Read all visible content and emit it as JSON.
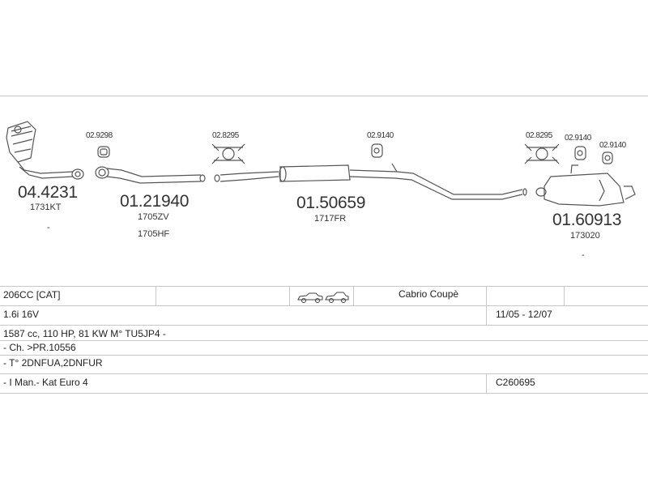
{
  "parts": {
    "catalyst": {
      "code": "04.4231",
      "ref": "1731KT",
      "mark": "-"
    },
    "front_pipe": {
      "code": "01.21940",
      "ref1": "1705ZV",
      "ref2": "1705HF"
    },
    "middle_silencer": {
      "code": "01.50659",
      "ref": "1717FR"
    },
    "rear_silencer": {
      "code": "01.60913",
      "ref": "173020",
      "mark": "-"
    }
  },
  "fittings": {
    "f1": "02.9298",
    "f2": "02.8295",
    "f3": "02.9140",
    "f4": "02.8295",
    "f5": "02.9140",
    "f6": "02.9140"
  },
  "table": {
    "model": "206CC  [CAT]",
    "body_type": "Cabrio Coupè",
    "engine": "1.6i 16V",
    "years": "11/05 - 12/07",
    "specs": "1587 cc, 110 HP, 81 KW M° TU5JP4 -",
    "chassis": "- Ch. >PR.10556",
    "type": "- T° 2DNFUA,2DNFUR",
    "gearbox": "- I Man.- Kat Euro 4",
    "ref_code": "C260695"
  },
  "colors": {
    "line": "#c8c8c8",
    "drawing": "#555555"
  }
}
